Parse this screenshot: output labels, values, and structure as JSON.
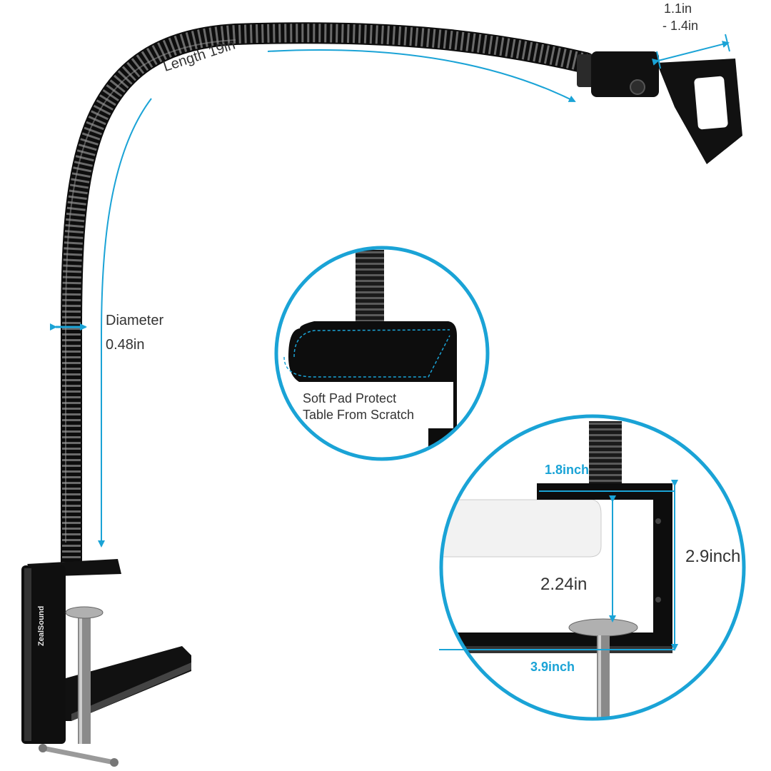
{
  "labels": {
    "mount_width_top": "1.1in",
    "mount_width_bottom": "- 1.4in",
    "length": "Length 19in",
    "diameter_title": "Diameter",
    "diameter_value": "0.48in",
    "soft_pad_line1": "Soft Pad Protect",
    "soft_pad_line2": "Table From Scratch",
    "clamp_top_width": "1.8inch",
    "clamp_height": "2.9inch",
    "clamp_opening": "2.24in",
    "clamp_bottom_width": "3.9inch",
    "brand": "ZealSound"
  },
  "colors": {
    "accent": "#1aa3d6",
    "metal": "#111111",
    "text": "#333333",
    "background": "#ffffff"
  }
}
